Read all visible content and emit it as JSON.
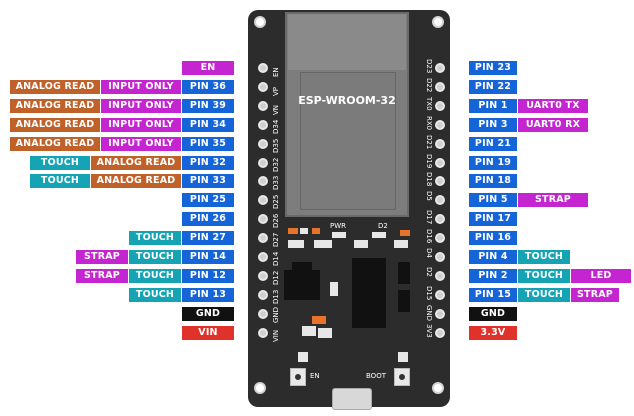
{
  "module": "ESP-WROOM-32",
  "board_text": {
    "pwr": "PWR",
    "d2": "D2",
    "en": "EN",
    "boot": "BOOT"
  },
  "left_pins": [
    "EN",
    "VP",
    "VN",
    "D34",
    "D35",
    "D32",
    "D33",
    "D25",
    "D26",
    "D27",
    "D14",
    "D12",
    "D13",
    "GND",
    "VIN"
  ],
  "right_pins": [
    "D23",
    "D22",
    "TX0",
    "RX0",
    "D21",
    "D19",
    "D18",
    "D5",
    "D17",
    "D16",
    "D4",
    "D2",
    "D15",
    "GND",
    "3V3"
  ],
  "left_rows": [
    [
      {
        "text": "EN",
        "kind": "power"
      }
    ],
    [
      {
        "text": "PIN 36",
        "kind": "pin"
      },
      {
        "text": "INPUT ONLY",
        "kind": "strap"
      },
      {
        "text": "ANALOG READ",
        "kind": "analog"
      }
    ],
    [
      {
        "text": "PIN 39",
        "kind": "pin"
      },
      {
        "text": "INPUT ONLY",
        "kind": "strap"
      },
      {
        "text": "ANALOG READ",
        "kind": "analog"
      }
    ],
    [
      {
        "text": "PIN 34",
        "kind": "pin"
      },
      {
        "text": "INPUT ONLY",
        "kind": "strap"
      },
      {
        "text": "ANALOG READ",
        "kind": "analog"
      }
    ],
    [
      {
        "text": "PIN 35",
        "kind": "pin"
      },
      {
        "text": "INPUT ONLY",
        "kind": "strap"
      },
      {
        "text": "ANALOG READ",
        "kind": "analog"
      }
    ],
    [
      {
        "text": "PIN 32",
        "kind": "pin"
      },
      {
        "text": "ANALOG READ",
        "kind": "analog"
      },
      {
        "text": "TOUCH",
        "kind": "touch"
      }
    ],
    [
      {
        "text": "PIN 33",
        "kind": "pin"
      },
      {
        "text": "ANALOG READ",
        "kind": "analog"
      },
      {
        "text": "TOUCH",
        "kind": "touch"
      }
    ],
    [
      {
        "text": "PIN 25",
        "kind": "pin"
      }
    ],
    [
      {
        "text": "PIN 26",
        "kind": "pin"
      }
    ],
    [
      {
        "text": "PIN 27",
        "kind": "pin"
      },
      {
        "text": "TOUCH",
        "kind": "touch"
      }
    ],
    [
      {
        "text": "PIN 14",
        "kind": "pin"
      },
      {
        "text": "TOUCH",
        "kind": "touch"
      },
      {
        "text": "STRAP",
        "kind": "strap"
      }
    ],
    [
      {
        "text": "PIN 12",
        "kind": "pin"
      },
      {
        "text": "TOUCH",
        "kind": "touch"
      },
      {
        "text": "STRAP",
        "kind": "strap"
      }
    ],
    [
      {
        "text": "PIN 13",
        "kind": "pin"
      },
      {
        "text": "TOUCH",
        "kind": "touch"
      }
    ],
    [
      {
        "text": "GND",
        "kind": "gnd"
      }
    ],
    [
      {
        "text": "VIN",
        "kind": "vin"
      }
    ]
  ],
  "right_rows": [
    [
      {
        "text": "PIN 23",
        "kind": "pin"
      }
    ],
    [
      {
        "text": "PIN 22",
        "kind": "pin"
      }
    ],
    [
      {
        "text": "PIN 1",
        "kind": "pin"
      },
      {
        "text": "UART0 TX",
        "kind": "strap"
      }
    ],
    [
      {
        "text": "PIN 3",
        "kind": "pin"
      },
      {
        "text": "UART0 RX",
        "kind": "strap"
      }
    ],
    [
      {
        "text": "PIN 21",
        "kind": "pin"
      }
    ],
    [
      {
        "text": "PIN 19",
        "kind": "pin"
      }
    ],
    [
      {
        "text": "PIN 18",
        "kind": "pin"
      }
    ],
    [
      {
        "text": "PIN 5",
        "kind": "pin"
      },
      {
        "text": "STRAP",
        "kind": "strap"
      }
    ],
    [
      {
        "text": "PIN 17",
        "kind": "pin"
      }
    ],
    [
      {
        "text": "PIN 16",
        "kind": "pin"
      }
    ],
    [
      {
        "text": "PIN 4",
        "kind": "pin"
      },
      {
        "text": "TOUCH",
        "kind": "touch"
      }
    ],
    [
      {
        "text": "PIN 2",
        "kind": "pin"
      },
      {
        "text": "TOUCH",
        "kind": "touch"
      },
      {
        "text": "LED",
        "kind": "strap"
      }
    ],
    [
      {
        "text": "PIN 15",
        "kind": "pin"
      },
      {
        "text": "TOUCH",
        "kind": "touch"
      },
      {
        "text": "STRAP",
        "kind": "strap"
      }
    ],
    [
      {
        "text": "GND",
        "kind": "gnd"
      }
    ],
    [
      {
        "text": "3.3V",
        "kind": "vin"
      }
    ]
  ],
  "colors": {
    "pin": "#1565d8",
    "power": "#c525d0",
    "strap": "#c525d0",
    "analog": "#c0612a",
    "touch": "#16a4b4",
    "gnd": "#111111",
    "vin": "#e0312a",
    "board": "#2c2c2c"
  }
}
